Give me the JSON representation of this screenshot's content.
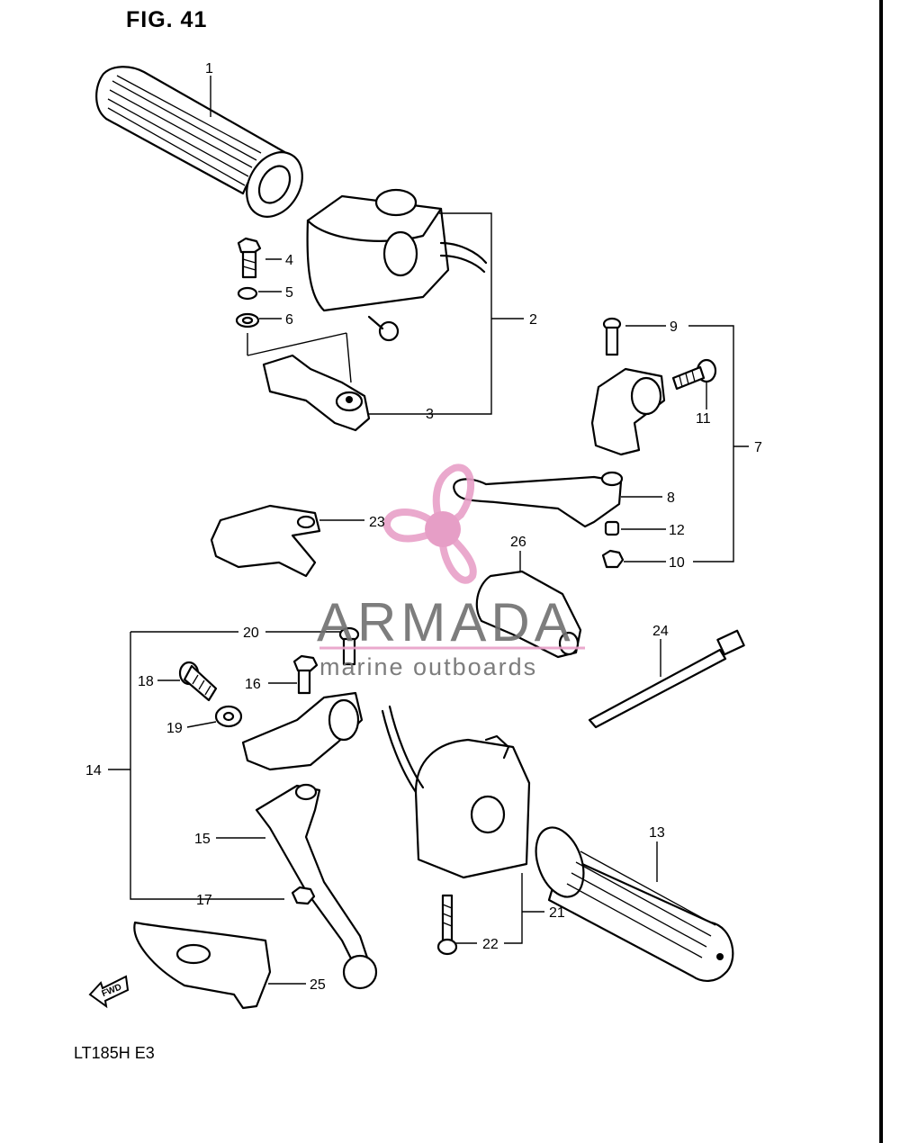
{
  "figure": {
    "title": "FIG. 41",
    "model": "LT185H  E3",
    "fwd_label": "FWD"
  },
  "watermark": {
    "brand": "ARMADA",
    "tagline": "marine outboards",
    "accent_color": "#e8a0c8",
    "hub_color": "#e494c0"
  },
  "parts": {
    "p1": "1",
    "p2": "2",
    "p3": "3",
    "p4": "4",
    "p5": "5",
    "p6": "6",
    "p7": "7",
    "p8": "8",
    "p9": "9",
    "p10": "10",
    "p11": "11",
    "p12": "12",
    "p13": "13",
    "p14": "14",
    "p15": "15",
    "p16": "16",
    "p17": "17",
    "p18": "18",
    "p19": "19",
    "p20": "20",
    "p21": "21",
    "p22": "22",
    "p23": "23",
    "p24": "24",
    "p25": "25",
    "p26": "26"
  }
}
